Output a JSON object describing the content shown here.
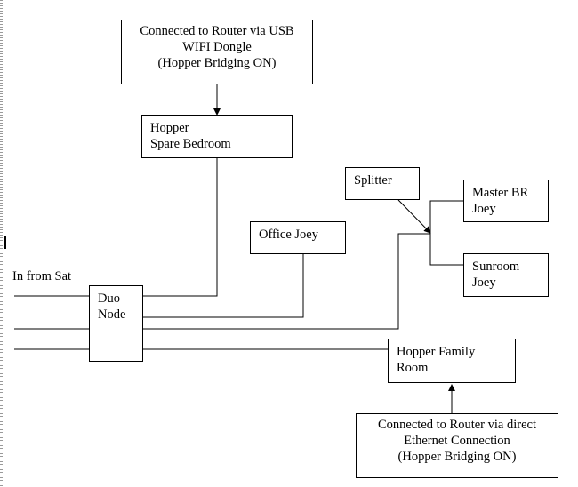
{
  "diagram": {
    "nodes": {
      "router_usb": {
        "lines": [
          "Connected to Router via USB",
          "WIFI Dongle",
          "(Hopper Bridging ON)"
        ]
      },
      "hopper_spare": {
        "lines": [
          "Hopper",
          "Spare Bedroom"
        ]
      },
      "splitter": {
        "lines": [
          "Splitter"
        ]
      },
      "master_br": {
        "lines": [
          "Master BR",
          "Joey"
        ]
      },
      "office_joey": {
        "lines": [
          "Office Joey"
        ]
      },
      "sunroom": {
        "lines": [
          "Sunroom",
          "Joey"
        ]
      },
      "duo_node": {
        "lines": [
          "Duo",
          "Node"
        ]
      },
      "hopper_family": {
        "lines": [
          "Hopper Family",
          "Room"
        ]
      },
      "router_eth": {
        "lines": [
          "Connected to Router via direct",
          "Ethernet Connection",
          "(Hopper Bridging ON)"
        ]
      }
    },
    "labels": {
      "sat_input": "In from Sat"
    },
    "edges": [
      {
        "from": "router_usb",
        "to": "hopper_spare",
        "arrow": true
      },
      {
        "from": "hopper_spare",
        "to": "duo_node",
        "arrow": false
      },
      {
        "from": "office_joey",
        "to": "duo_node",
        "arrow": false
      },
      {
        "from": "duo_node",
        "to": "splitter",
        "arrow": true
      },
      {
        "from": "splitter",
        "to": "master_br",
        "arrow": false
      },
      {
        "from": "splitter",
        "to": "sunroom",
        "arrow": false
      },
      {
        "from": "duo_node",
        "to": "hopper_family",
        "arrow": false
      },
      {
        "from": "router_eth",
        "to": "hopper_family",
        "arrow": true
      },
      {
        "from": "sat_input",
        "to": "duo_node",
        "arrow": false
      }
    ]
  }
}
